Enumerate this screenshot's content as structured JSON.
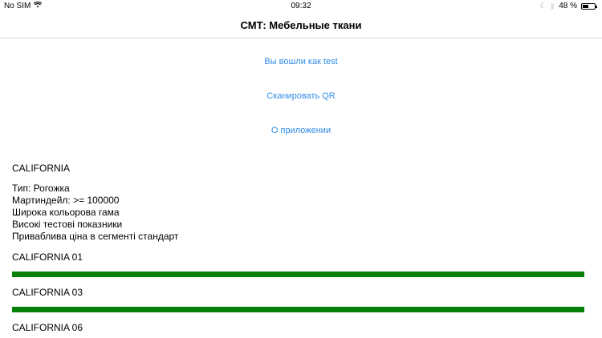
{
  "status_bar": {
    "carrier": "No SIM",
    "time": "09:32",
    "battery_percent": "48 %",
    "icons": [
      "wifi-icon",
      "moon-icon",
      "bluetooth-icon",
      "battery-icon"
    ]
  },
  "nav": {
    "title": "СМТ: Мебельные ткани"
  },
  "links": {
    "logged_in": "Вы вошли как test",
    "scan_qr": "Сканировать QR",
    "about": "О приложении"
  },
  "fabric": {
    "name": "CALIFORNIA",
    "details": [
      "Тип: Рогожка",
      "Мартиндейл: >= 100000",
      "Широка кольорова гама",
      "Високі тестові показники",
      "Приваблива ціна в сегменті стандарт"
    ],
    "colors": [
      {
        "label": "CALIFORNIA 01",
        "swatch": "#068006"
      },
      {
        "label": "CALIFORNIA 03",
        "swatch": "#068006"
      },
      {
        "label": "CALIFORNIA 06",
        "swatch": ""
      }
    ]
  },
  "theme": {
    "link_color": "#2f8ce8",
    "swatch_color": "#068006"
  }
}
